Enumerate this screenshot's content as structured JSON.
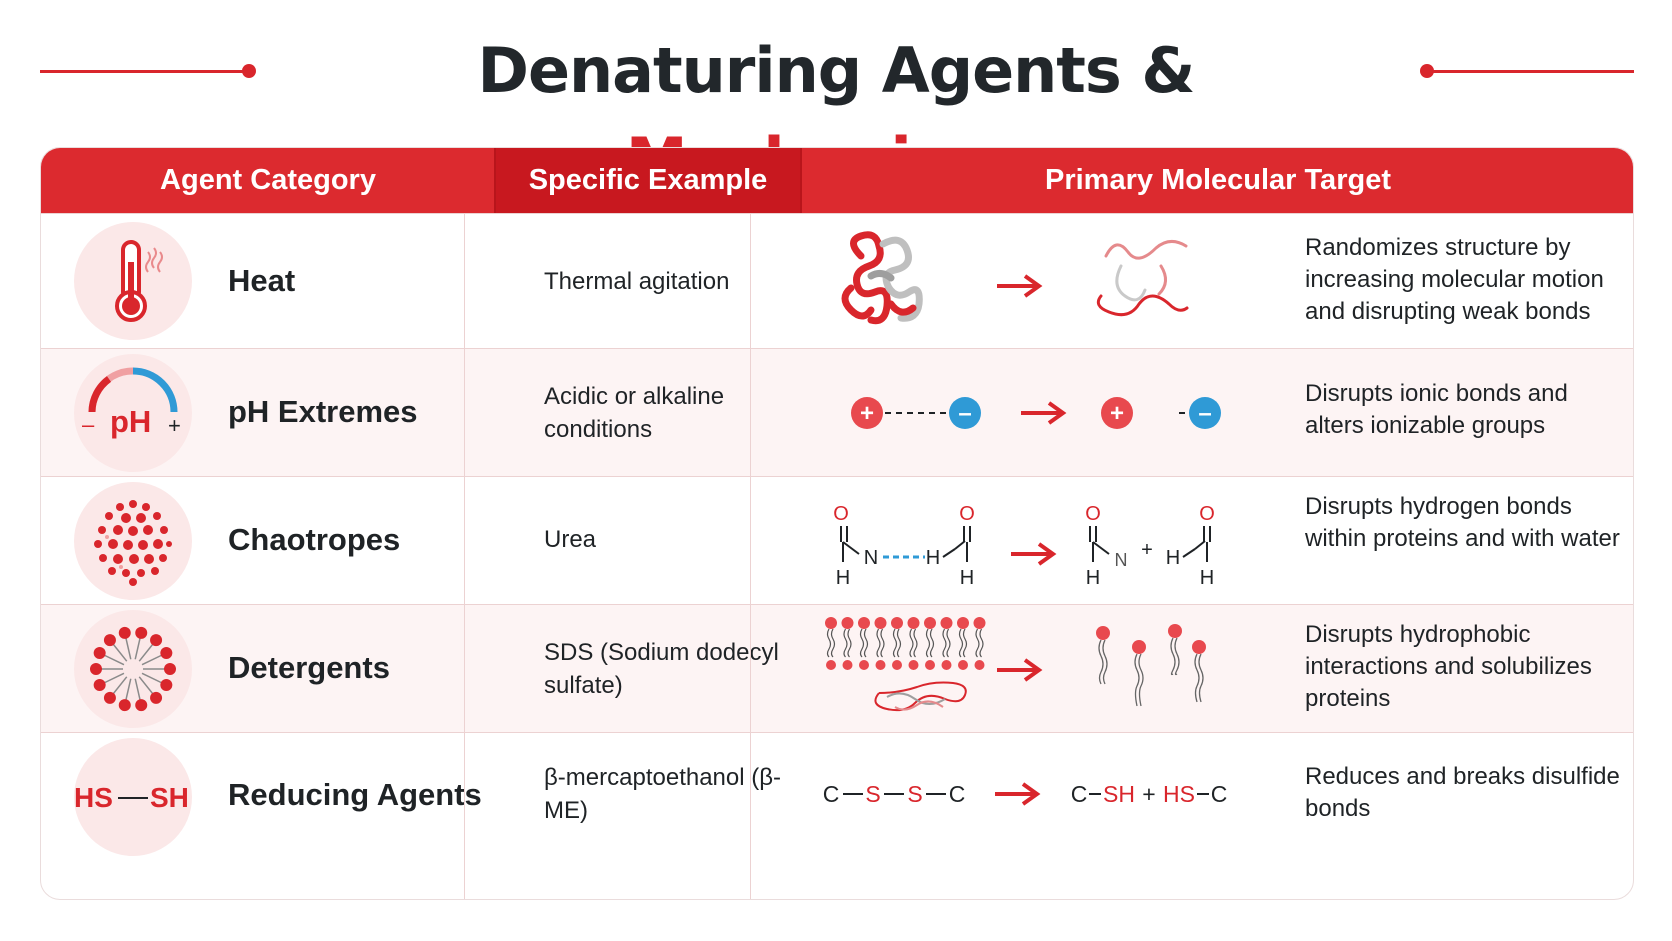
{
  "title": {
    "main": "Denaturing Agents &",
    "accent": "Mechanisms"
  },
  "colors": {
    "accent": "#d9262c",
    "header_bg": "#dc2a2f",
    "header_dark": "#c8181f",
    "negative_charge": "#2f9ad6",
    "row_alt": "#fdf4f4"
  },
  "table": {
    "headers": [
      "Agent Category",
      "Specific Example",
      "Primary Molecular Target"
    ],
    "rows": [
      {
        "icon": "thermometer-icon",
        "agent": "Heat",
        "example": "Thermal agitation",
        "description": "Randomizes structure by increasing molecular motion and disrupting weak bonds"
      },
      {
        "icon": "ph-gauge-icon",
        "icon_text": {
          "minus": "–",
          "ph": "pH",
          "plus": "+"
        },
        "agent": "pH Extremes",
        "example": "Acidic or alkaline conditions",
        "description": "Disrupts ionic bonds and alters ionizable groups",
        "diagram": {
          "plus": "+",
          "minus": "–"
        }
      },
      {
        "icon": "chaotrope-dots-icon",
        "agent": "Chaotropes",
        "example": "Urea",
        "description": "Disrupts hydrogen bonds within proteins and with water",
        "diagram": {
          "o": "O",
          "h": "H",
          "n": "N",
          "plus": "+"
        }
      },
      {
        "icon": "micelle-icon",
        "agent": "Detergents",
        "example": "SDS (Sodium dodecyl sulfate)",
        "description": "Disrupts hydrophobic interactions and solubilizes proteins"
      },
      {
        "icon": "disulfide-icon",
        "icon_text": {
          "left": "HS",
          "right": "SH"
        },
        "agent": "Reducing Agents",
        "example": "β-mercaptoethanol (β-ME)",
        "description": "Reduces and breaks disulfide bonds",
        "diagram": {
          "c": "C",
          "s": "S",
          "sh": "SH",
          "hs": "HS",
          "plus": "+"
        }
      }
    ]
  }
}
